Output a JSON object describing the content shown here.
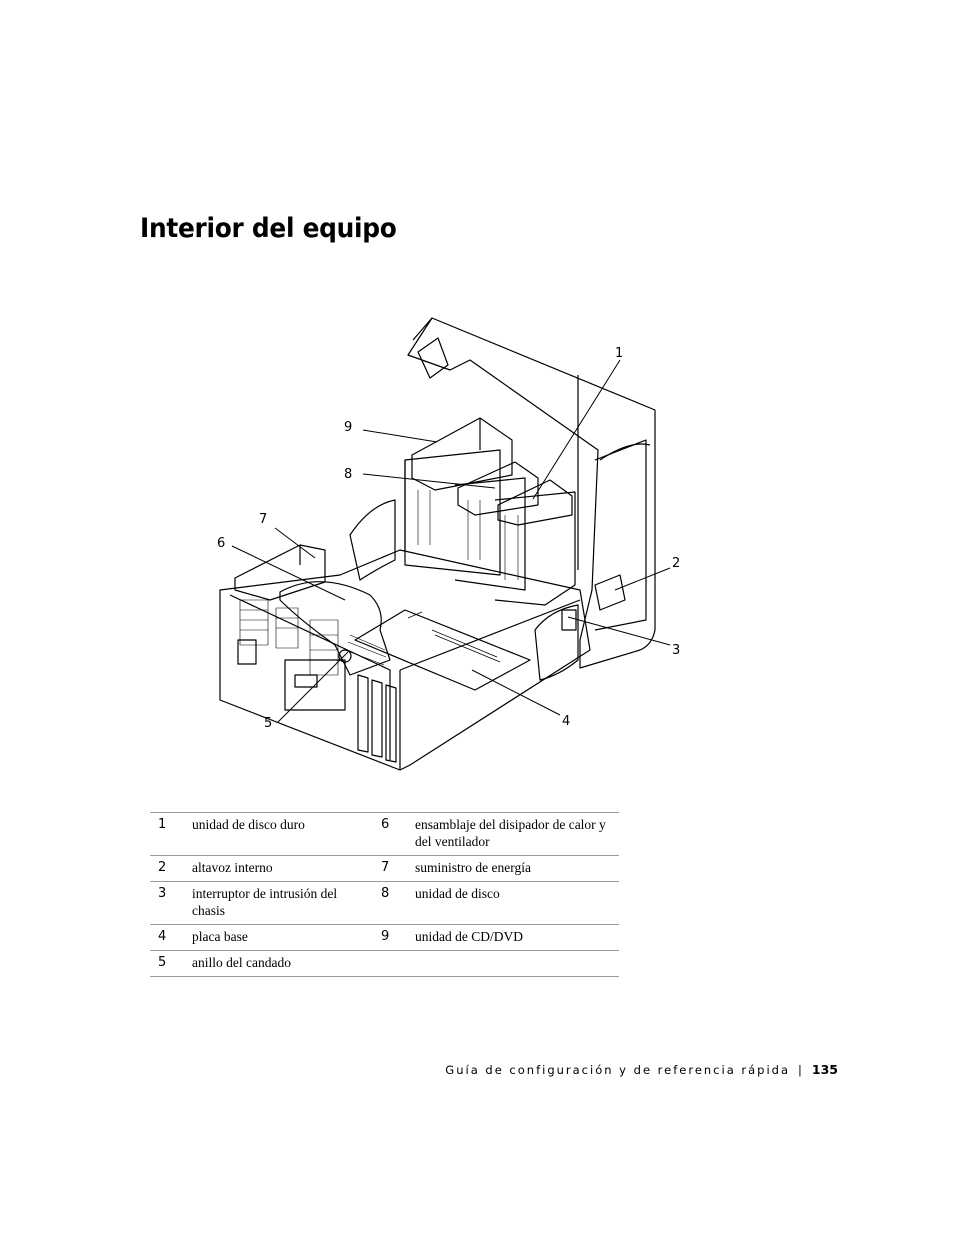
{
  "title": "Interior del equipo",
  "callouts": [
    "1",
    "2",
    "3",
    "4",
    "5",
    "6",
    "7",
    "8",
    "9"
  ],
  "legend": [
    {
      "n1": "1",
      "t1": "unidad de disco duro",
      "n2": "6",
      "t2": "ensamblaje del disipador de calor y del ventilador"
    },
    {
      "n1": "2",
      "t1": "altavoz interno",
      "n2": "7",
      "t2": "suministro de energía"
    },
    {
      "n1": "3",
      "t1": "interruptor de intrusión del chasis",
      "n2": "8",
      "t2": "unidad de disco"
    },
    {
      "n1": "4",
      "t1": "placa base",
      "n2": "9",
      "t2": "unidad de CD/DVD"
    },
    {
      "n1": "5",
      "t1": "anillo del candado",
      "n2": "",
      "t2": ""
    }
  ],
  "footer": {
    "guide": "Guía de configuración y de referencia rápida",
    "separator": "|",
    "page": "135"
  }
}
